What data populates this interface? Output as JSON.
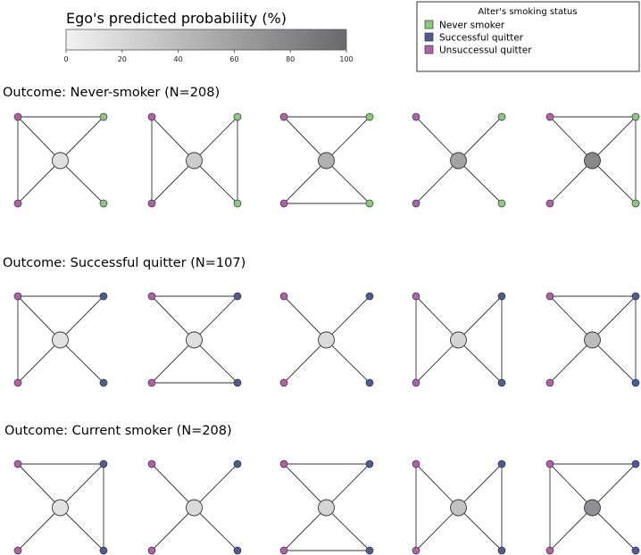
{
  "colorbar": {
    "title": "Ego's predicted probability (%)",
    "ticks": [
      0,
      20,
      40,
      60,
      80,
      100
    ],
    "range": [
      0,
      100
    ],
    "color_low": "#f2f2f2",
    "color_high": "#6a6a6c"
  },
  "legend": {
    "title": "Alter's smoking status",
    "items": [
      {
        "label": "Never smoker",
        "color": "#8dc87f"
      },
      {
        "label": "Successful quitter",
        "color": "#4f5b93"
      },
      {
        "label": "Unsuccessul quitter",
        "color": "#b061a9"
      }
    ]
  },
  "rows": [
    {
      "title": "Outcome: Never-smoker  (N=208)",
      "networks": [
        {
          "ego_probability": 13,
          "alters": [
            "unsuccessful",
            "never",
            "unsuccessful",
            "never"
          ],
          "alter_edges": [
            [
              0,
              1
            ],
            [
              0,
              2
            ]
          ]
        },
        {
          "ego_probability": 28,
          "alters": [
            "unsuccessful",
            "never",
            "unsuccessful",
            "never"
          ],
          "alter_edges": [
            [
              0,
              2
            ],
            [
              1,
              3
            ]
          ]
        },
        {
          "ego_probability": 48,
          "alters": [
            "unsuccessful",
            "never",
            "unsuccessful",
            "never"
          ],
          "alter_edges": [
            [
              0,
              1
            ],
            [
              2,
              3
            ]
          ]
        },
        {
          "ego_probability": 58,
          "alters": [
            "unsuccessful",
            "never",
            "unsuccessful",
            "never"
          ],
          "alter_edges": []
        },
        {
          "ego_probability": 78,
          "alters": [
            "unsuccessful",
            "never",
            "unsuccessful",
            "never"
          ],
          "alter_edges": [
            [
              0,
              1
            ],
            [
              1,
              3
            ]
          ]
        }
      ]
    },
    {
      "title": "Outcome: Successful quitter (N=107)",
      "networks": [
        {
          "ego_probability": 12,
          "alters": [
            "unsuccessful",
            "quitter",
            "unsuccessful",
            "quitter"
          ],
          "alter_edges": [
            [
              0,
              1
            ],
            [
              0,
              2
            ]
          ]
        },
        {
          "ego_probability": 15,
          "alters": [
            "unsuccessful",
            "quitter",
            "unsuccessful",
            "quitter"
          ],
          "alter_edges": [
            [
              0,
              1
            ],
            [
              2,
              3
            ]
          ]
        },
        {
          "ego_probability": 18,
          "alters": [
            "unsuccessful",
            "quitter",
            "unsuccessful",
            "quitter"
          ],
          "alter_edges": []
        },
        {
          "ego_probability": 22,
          "alters": [
            "unsuccessful",
            "quitter",
            "unsuccessful",
            "quitter"
          ],
          "alter_edges": [
            [
              0,
              2
            ],
            [
              1,
              3
            ]
          ]
        },
        {
          "ego_probability": 40,
          "alters": [
            "unsuccessful",
            "quitter",
            "unsuccessful",
            "quitter"
          ],
          "alter_edges": [
            [
              0,
              1
            ],
            [
              1,
              3
            ]
          ]
        }
      ]
    },
    {
      "title": "Outcome: Current smoker (N=208)",
      "networks": [
        {
          "ego_probability": 12,
          "alters": [
            "unsuccessful",
            "quitter",
            "unsuccessful",
            "quitter"
          ],
          "alter_edges": [
            [
              0,
              1
            ],
            [
              1,
              3
            ]
          ]
        },
        {
          "ego_probability": 18,
          "alters": [
            "unsuccessful",
            "quitter",
            "unsuccessful",
            "quitter"
          ],
          "alter_edges": []
        },
        {
          "ego_probability": 22,
          "alters": [
            "unsuccessful",
            "quitter",
            "unsuccessful",
            "quitter"
          ],
          "alter_edges": [
            [
              0,
              1
            ],
            [
              2,
              3
            ]
          ]
        },
        {
          "ego_probability": 35,
          "alters": [
            "unsuccessful",
            "quitter",
            "unsuccessful",
            "quitter"
          ],
          "alter_edges": [
            [
              0,
              2
            ],
            [
              1,
              3
            ]
          ]
        },
        {
          "ego_probability": 72,
          "alters": [
            "unsuccessful",
            "quitter",
            "unsuccessful",
            "quitter"
          ],
          "alter_edges": [
            [
              0,
              1
            ],
            [
              0,
              2
            ]
          ]
        }
      ]
    }
  ],
  "status_colors": {
    "never": "#8dc87f",
    "quitter": "#4f5b93",
    "unsuccessful": "#b061a9"
  }
}
